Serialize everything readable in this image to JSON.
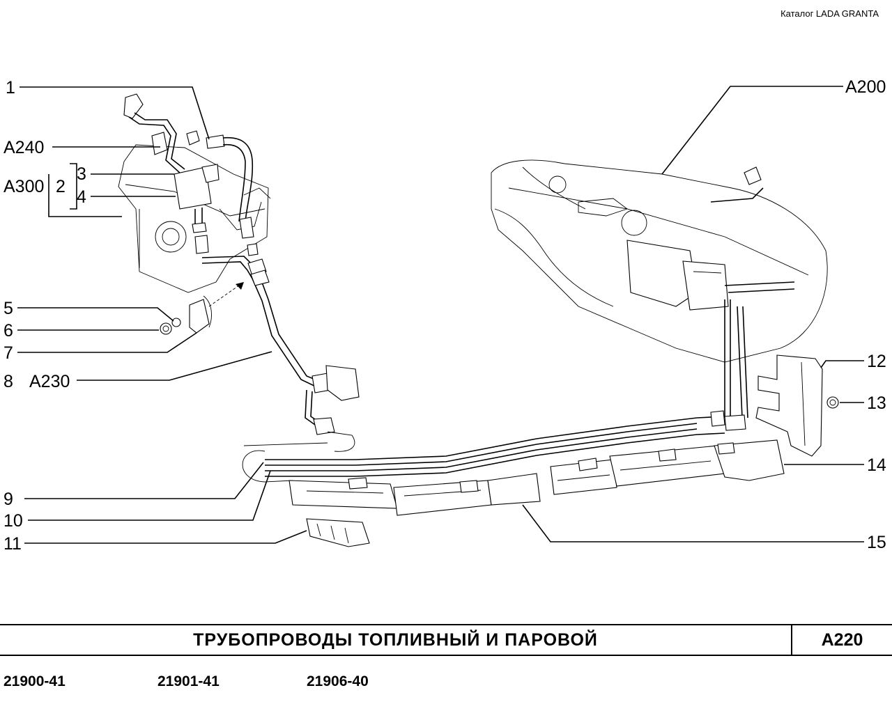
{
  "header": {
    "catalog": "Каталог  LADA  GRANTA"
  },
  "callouts": {
    "c1": "1",
    "c2": "2",
    "c3": "3",
    "c4": "4",
    "c5": "5",
    "c6": "6",
    "c7": "7",
    "c8": "8",
    "c9": "9",
    "c10": "10",
    "c11": "11",
    "c12": "12",
    "c13": "13",
    "c14": "14",
    "c15": "15",
    "a200": "A200",
    "a230": "A230",
    "a240": "A240",
    "a300": "A300"
  },
  "footer": {
    "title": "ТРУБОПРОВОДЫ  ТОПЛИВНЫЙ  И  ПАРОВОЙ",
    "code": "A220",
    "models": [
      "21900-41",
      "21901-41",
      "21906-40"
    ]
  }
}
